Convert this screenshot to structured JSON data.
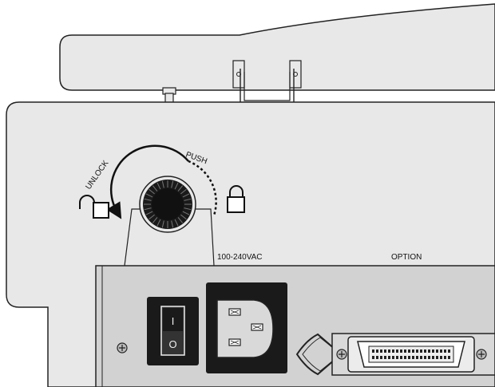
{
  "labels": {
    "unlock": "UNLOCK",
    "push": "PUSH",
    "voltage": "100-240VAC",
    "option": "OPTION"
  },
  "switch": {
    "on_symbol": "I",
    "off_symbol": "O"
  },
  "colors": {
    "body": "#e8e8e8",
    "panel": "#d2d2d2",
    "dark": "#1a1a1a",
    "outline": "#222222"
  },
  "icons": {
    "unlocked": "unlocked-padlock-icon",
    "locked": "locked-padlock-icon",
    "screw": "screw-icon"
  }
}
